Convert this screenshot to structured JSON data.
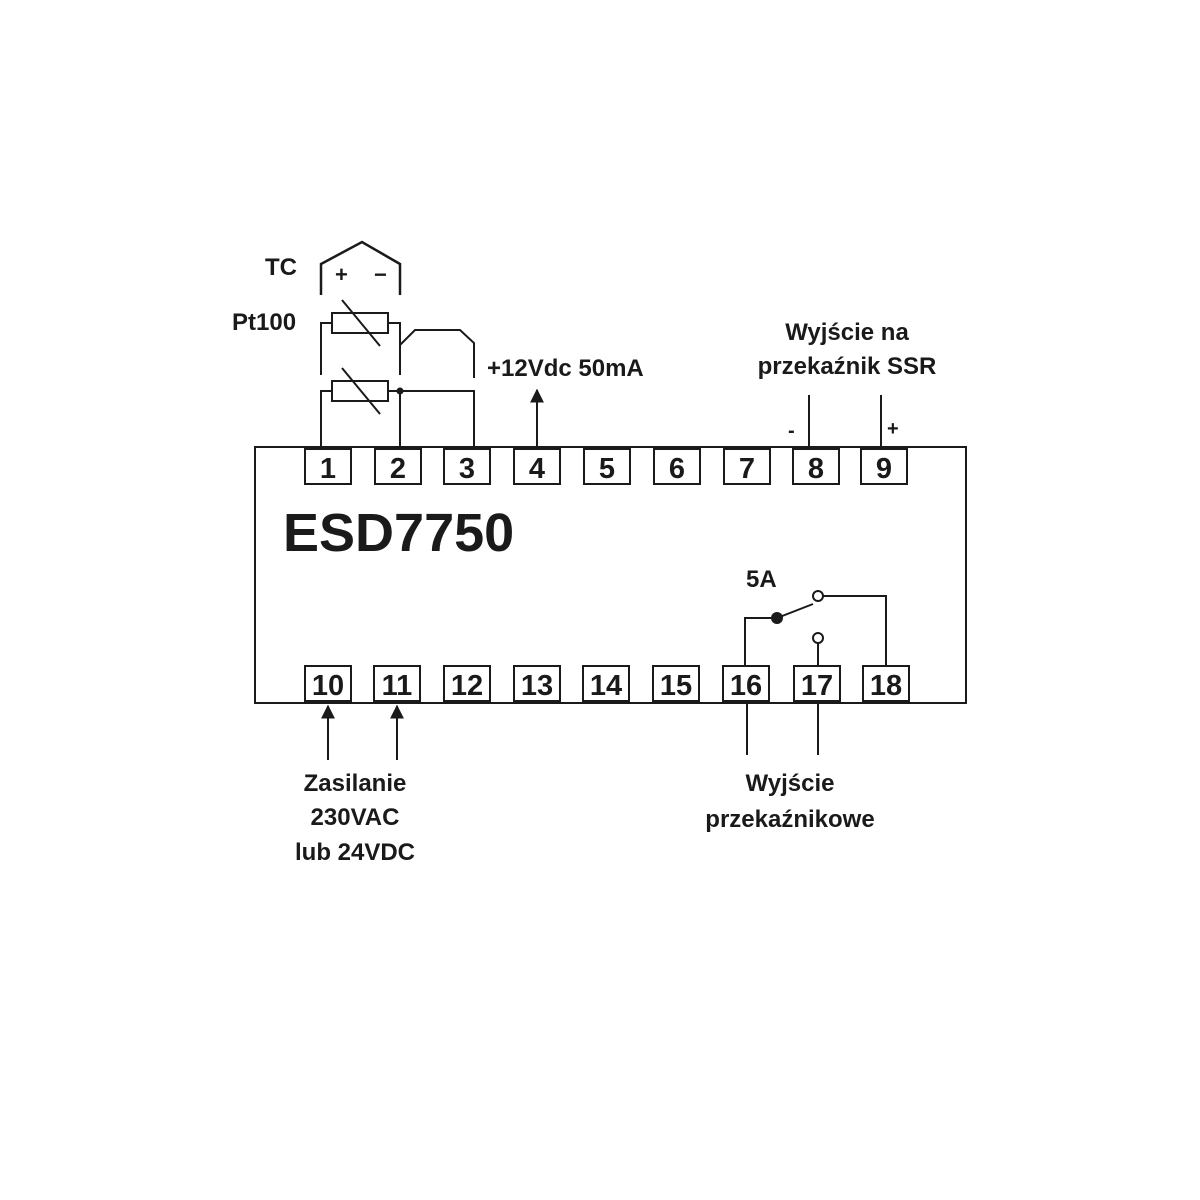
{
  "device": {
    "model": "ESD7750"
  },
  "terminals_top": [
    "1",
    "2",
    "3",
    "4",
    "5",
    "6",
    "7",
    "8",
    "9"
  ],
  "terminals_bottom": [
    "10",
    "11",
    "12",
    "13",
    "14",
    "15",
    "16",
    "17",
    "18"
  ],
  "labels": {
    "tc": "TC",
    "tc_plus": "+",
    "tc_minus": "−",
    "pt100": "Pt100",
    "supply_out": "+12Vdc 50mA",
    "ssr_line1": "Wyjście na",
    "ssr_line2": "przekaźnik SSR",
    "ssr_minus": "-",
    "ssr_plus": "+",
    "relay_rating": "5A",
    "power_line1": "Zasilanie",
    "power_line2": "230VAC",
    "power_line3": "lub 24VDC",
    "relay_out_line1": "Wyjście",
    "relay_out_line2": "przekaźnikowe"
  }
}
